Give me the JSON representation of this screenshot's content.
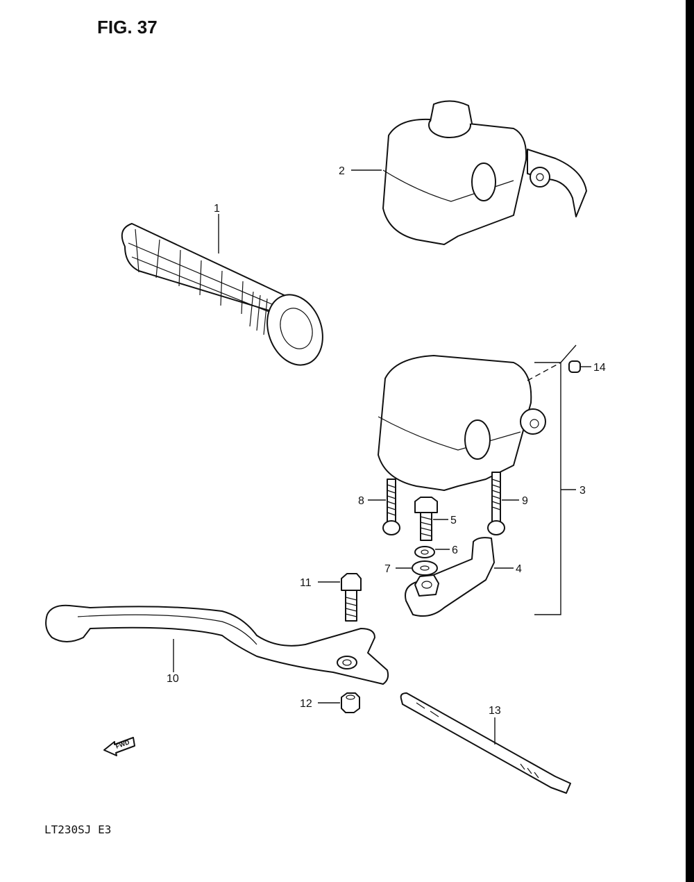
{
  "figure": {
    "title": "FIG. 37",
    "model_code": "LT230SJ  E3"
  },
  "parts": [
    {
      "id": "grip",
      "label": "1"
    },
    {
      "id": "switch-housing-upper",
      "label": "2"
    },
    {
      "id": "lever-holder-assembly",
      "label": "3"
    },
    {
      "id": "lever-bracket",
      "label": "4"
    },
    {
      "id": "bolt-5",
      "label": "5"
    },
    {
      "id": "washer-6",
      "label": "6"
    },
    {
      "id": "washer-7",
      "label": "7"
    },
    {
      "id": "screw-8",
      "label": "8"
    },
    {
      "id": "screw-9",
      "label": "9"
    },
    {
      "id": "brake-lever",
      "label": "10"
    },
    {
      "id": "lever-bolt",
      "label": "11"
    },
    {
      "id": "lever-nut",
      "label": "12"
    },
    {
      "id": "cable-tie",
      "label": "13"
    },
    {
      "id": "cap-14",
      "label": "14"
    }
  ],
  "fwd_marker": {
    "text": "FWD",
    "icon": "arrow-left-icon"
  }
}
